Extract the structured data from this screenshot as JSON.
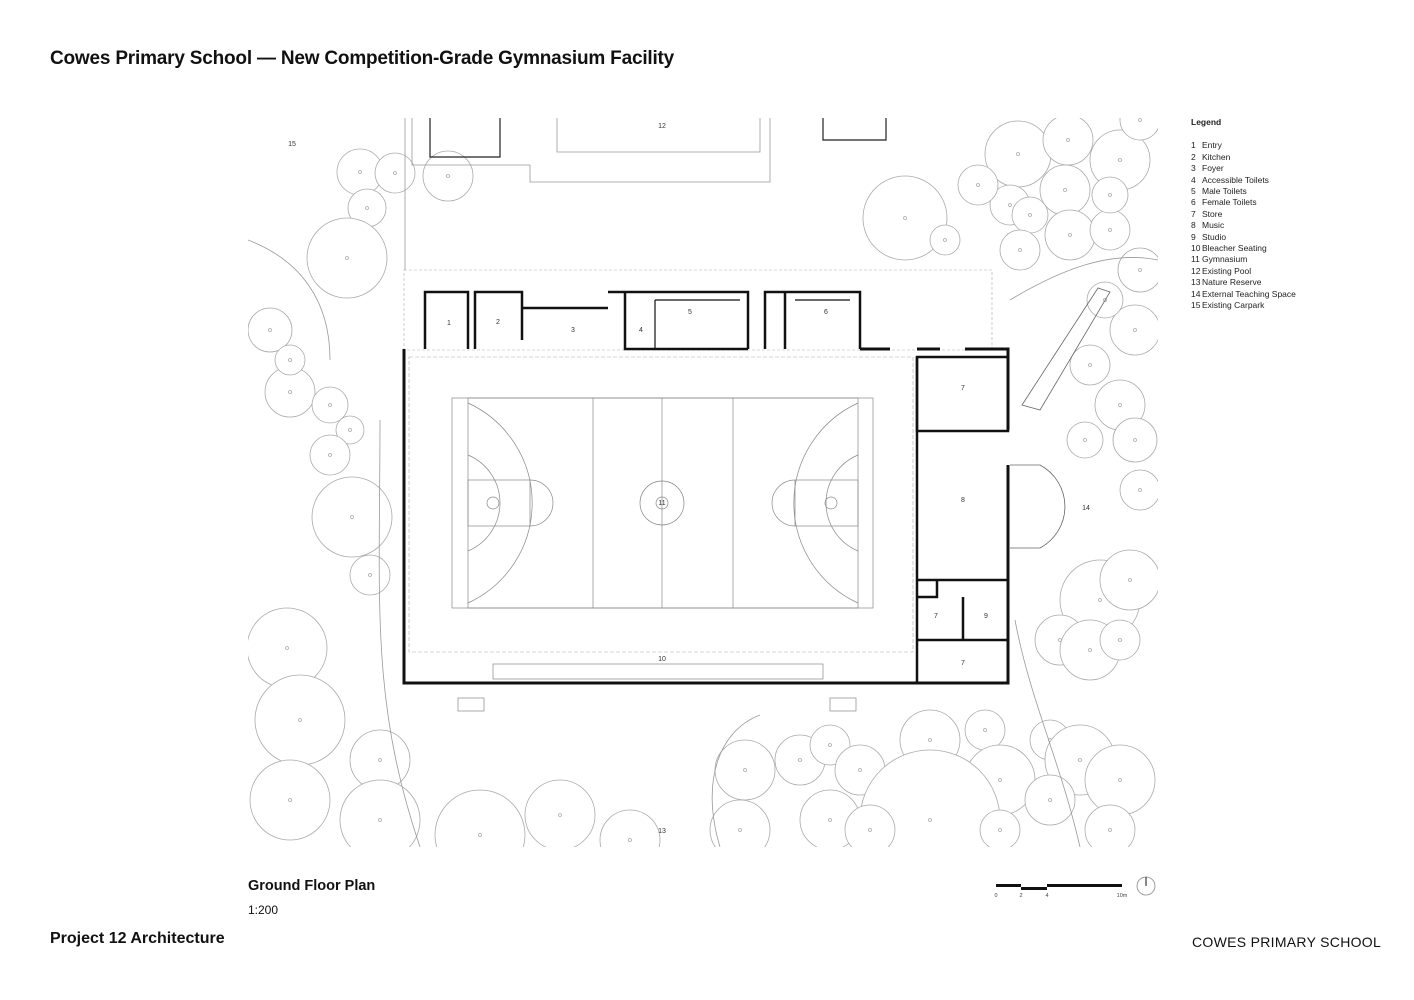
{
  "title": "Cowes Primary School — New Competition-Grade Gymnasium Facility",
  "legend": {
    "heading": "Legend",
    "items": [
      {
        "num": "1",
        "label": "Entry"
      },
      {
        "num": "2",
        "label": "Kitchen"
      },
      {
        "num": "3",
        "label": "Foyer"
      },
      {
        "num": "4",
        "label": "Accessible Toilets"
      },
      {
        "num": "5",
        "label": "Male Toilets"
      },
      {
        "num": "6",
        "label": "Female Toilets"
      },
      {
        "num": "7",
        "label": "Store"
      },
      {
        "num": "8",
        "label": "Music"
      },
      {
        "num": "9",
        "label": "Studio"
      },
      {
        "num": "10",
        "label": "Bleacher Seating"
      },
      {
        "num": "11",
        "label": "Gymnasium"
      },
      {
        "num": "12",
        "label": "Existing Pool"
      },
      {
        "num": "13",
        "label": "Nature Reserve"
      },
      {
        "num": "14",
        "label": "External Teaching Space"
      },
      {
        "num": "15",
        "label": "Existing Carpark"
      }
    ]
  },
  "plan": {
    "title": "Ground Floor Plan",
    "scale": "1:200",
    "room_labels": [
      "1",
      "2",
      "3",
      "4",
      "5",
      "6",
      "7",
      "8",
      "7",
      "9",
      "7",
      "10",
      "11",
      "12",
      "13",
      "14",
      "15"
    ]
  },
  "scale_bar": {
    "ticks": [
      "0",
      "2",
      "4",
      "10m"
    ]
  },
  "footer": {
    "firm": "Project 12 Architecture",
    "client": "COWES PRIMARY SCHOOL"
  }
}
